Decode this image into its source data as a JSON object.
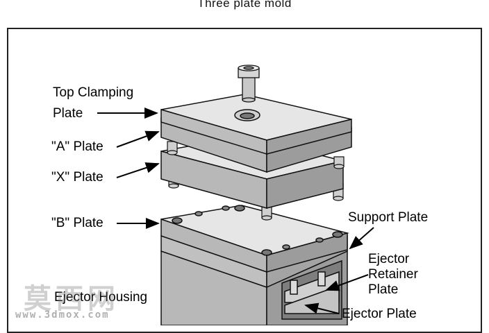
{
  "title": "Three plate mold",
  "labels": {
    "top_clamping_line1": "Top Clamping",
    "top_clamping_line2": "Plate",
    "a_plate": "\"A\" Plate",
    "x_plate": "\"X\" Plate",
    "b_plate": "\"B\" Plate",
    "support_plate": "Support Plate",
    "ejector_retainer_line1": "Ejector",
    "ejector_retainer_line2": "Retainer",
    "ejector_retainer_line3": "Plate",
    "ejector_housing": "Ejector Housing",
    "ejector_plate": "Ejector Plate"
  },
  "watermark": {
    "chinese": "莫西网",
    "url": "www.3dmox.com"
  },
  "colors": {
    "plate_top": "#e6e6e6",
    "plate_front": "#b8b8b8",
    "plate_side": "#9c9c9c",
    "outline": "#111111"
  }
}
